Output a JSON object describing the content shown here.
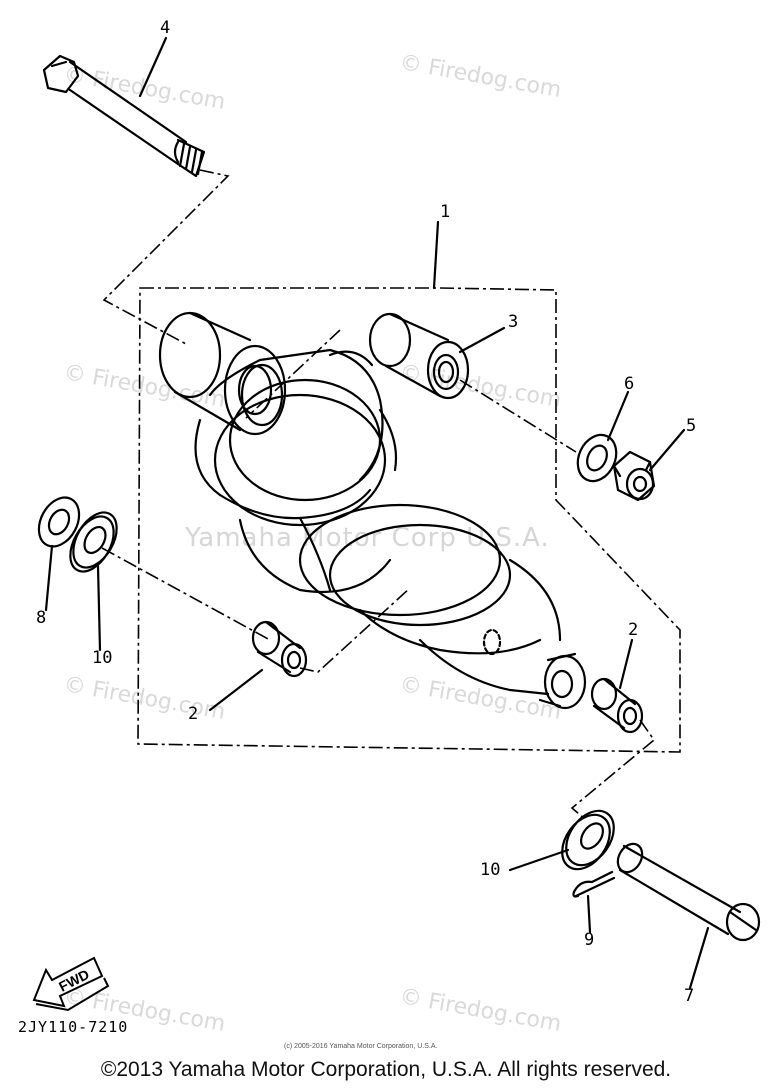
{
  "watermarks": {
    "firedog": "© Firedog.com",
    "center": "Yamaha Motor Corp U.S.A."
  },
  "callouts": {
    "p1": "1",
    "p2a": "2",
    "p2b": "2",
    "p3": "3",
    "p4": "4",
    "p5": "5",
    "p6": "6",
    "p7": "7",
    "p8": "8",
    "p9": "9",
    "p10a": "10",
    "p10b": "10"
  },
  "fwd_label": "FWD",
  "diagram_code": "2JY110-7210",
  "small_copyright": "(c) 2005-2016 Yamaha Motor Corporation, U.S.A.",
  "copyright": "©2013 Yamaha Motor Corporation, U.S.A. All rights reserved."
}
